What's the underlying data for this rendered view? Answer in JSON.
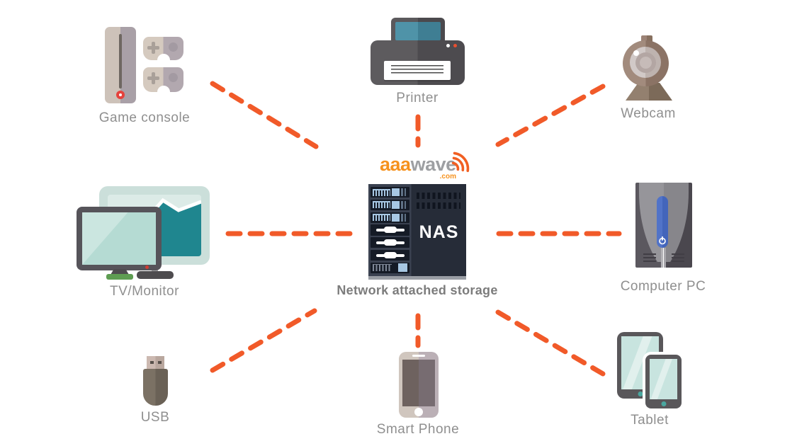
{
  "brand": {
    "name_orange": "aaa",
    "name_gray": "wave",
    "tld": ".com"
  },
  "center": {
    "device": "NAS",
    "caption": "Network attached storage"
  },
  "devices": [
    {
      "id": "game-console",
      "label": "Game console"
    },
    {
      "id": "printer",
      "label": "Printer"
    },
    {
      "id": "webcam",
      "label": "Webcam"
    },
    {
      "id": "tv-monitor",
      "label": "TV/Monitor"
    },
    {
      "id": "computer-pc",
      "label": "Computer PC"
    },
    {
      "id": "usb",
      "label": "USB"
    },
    {
      "id": "smart-phone",
      "label": "Smart Phone"
    },
    {
      "id": "tablet",
      "label": "Tablet"
    }
  ],
  "colors": {
    "connector": "#F15A29",
    "logo_orange": "#F6921E",
    "logo_gray": "#9D9FA2",
    "label_gray": "#8F8F8F",
    "caption_gray": "#7C7C7C",
    "nas_dark": "#262C38",
    "nas_drive_blue": "#A7C7E3"
  }
}
